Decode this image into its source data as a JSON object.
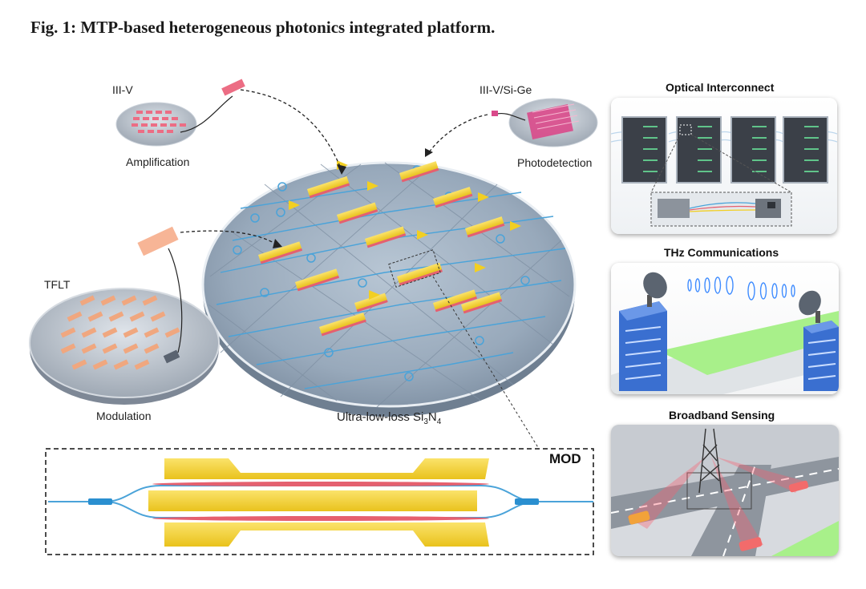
{
  "figure": {
    "title": "Fig. 1: MTP-based heterogeneous photonics integrated platform."
  },
  "chips": {
    "iii_v": {
      "label": "III-V",
      "function": "Amplification"
    },
    "iii_v_si_ge": {
      "label": "III-V/Si-Ge",
      "function": "Photodetection"
    },
    "tflt": {
      "label": "TFLT",
      "function": "Modulation"
    }
  },
  "wafer": {
    "label_prefix": "Ultra-low-loss Si",
    "sub_3": "3",
    "label_mid": "N",
    "sub_4": "4"
  },
  "mod_inset": {
    "label": "MOD"
  },
  "applications": {
    "optical_interconnect": {
      "title": "Optical Interconnect"
    },
    "thz": {
      "title": "THz Communications"
    },
    "sensing": {
      "title": "Broadband Sensing"
    }
  },
  "colors": {
    "wafer": "#9fb0c2",
    "waveguide": "#4aa3d9",
    "electrode": "#f4d233",
    "iii_v_chip": "#e86a7f",
    "photodetector_chip": "#d94f8a",
    "tflt_chip": "#f0a77f"
  }
}
